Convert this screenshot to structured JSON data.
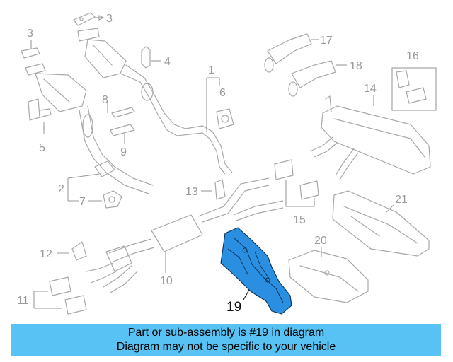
{
  "callouts": {
    "c1": "1",
    "c2": "2",
    "c3a": "3",
    "c3b": "3",
    "c4": "4",
    "c5": "5",
    "c6": "6",
    "c7": "7",
    "c8": "8",
    "c9": "9",
    "c10": "10",
    "c11": "11",
    "c12": "12",
    "c13": "13",
    "c14": "14",
    "c15": "15",
    "c16": "16",
    "c17": "17",
    "c18": "18",
    "c19": "19",
    "c20": "20",
    "c21": "21"
  },
  "banner": {
    "line1": "Part or sub-assembly is #19 in diagram",
    "line2": "Diagram may not be specific to your vehicle"
  },
  "colors": {
    "highlight": "#2a8fe0",
    "banner": "#58c2f5",
    "linework": "#a8a8a8"
  }
}
